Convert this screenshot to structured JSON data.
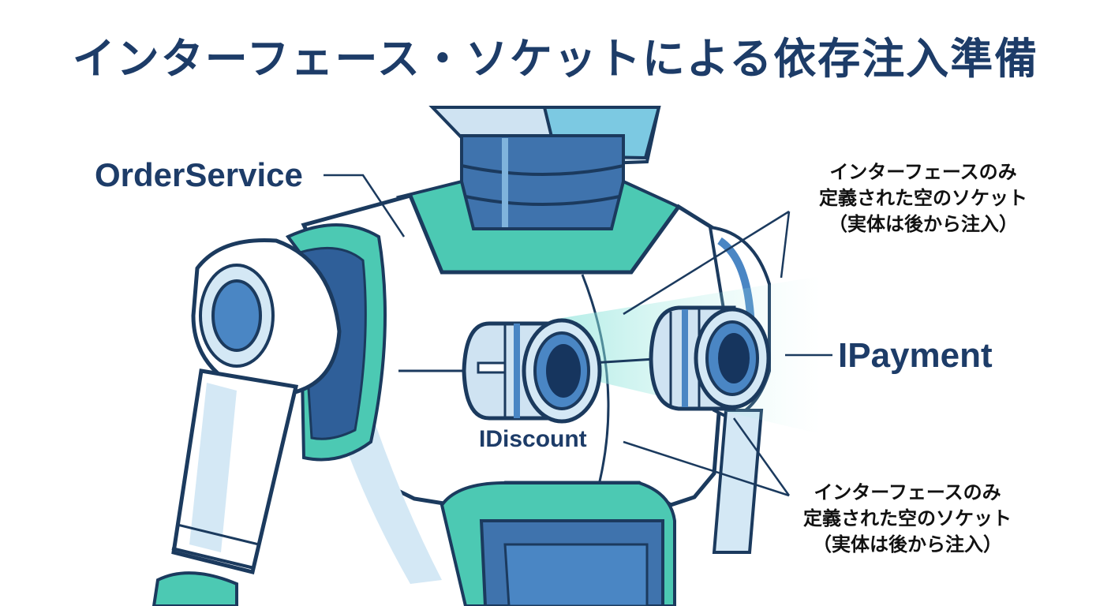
{
  "title": "インターフェース・ソケットによる依存注入準備",
  "labels": {
    "order_service": "OrderService",
    "payment": "IPayment",
    "discount": "IDiscount"
  },
  "notes": {
    "top": [
      "インターフェースのみ",
      "定義された空のソケット",
      "（実体は後から注入）"
    ],
    "bottom": [
      "インターフェースのみ",
      "定義された空のソケット",
      "（実体は後から注入）"
    ]
  },
  "colors": {
    "title": "#1d3c68",
    "outline": "#1b3a5e",
    "teal": "#4cc9b3",
    "blue": "#4a86c4",
    "light_blue": "#d4e8f5"
  }
}
